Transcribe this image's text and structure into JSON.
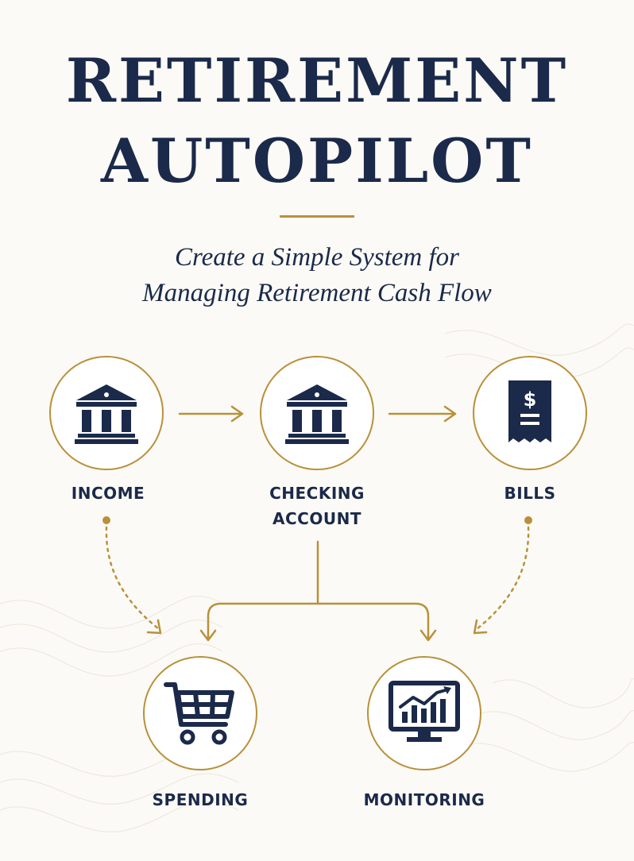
{
  "header": {
    "title_line1": "RETIREMENT",
    "title_line2": "AUTOPILOT",
    "subtitle_line1": "Create a Simple System for",
    "subtitle_line2": "Managing Retirement Cash Flow"
  },
  "nodes": {
    "income": {
      "label": "INCOME",
      "icon": "bank-icon"
    },
    "checking": {
      "label_line1": "CHECKING",
      "label_line2": "ACCOUNT",
      "icon": "bank-icon"
    },
    "bills": {
      "label": "BILLS",
      "icon": "receipt-dollar-icon"
    },
    "spending": {
      "label": "SPENDING",
      "icon": "shopping-cart-icon"
    },
    "monitoring": {
      "label": "MONITORING",
      "icon": "monitor-chart-icon"
    }
  },
  "colors": {
    "navy": "#1b2a4a",
    "gold": "#b8913a",
    "background": "#fbfaf6"
  }
}
